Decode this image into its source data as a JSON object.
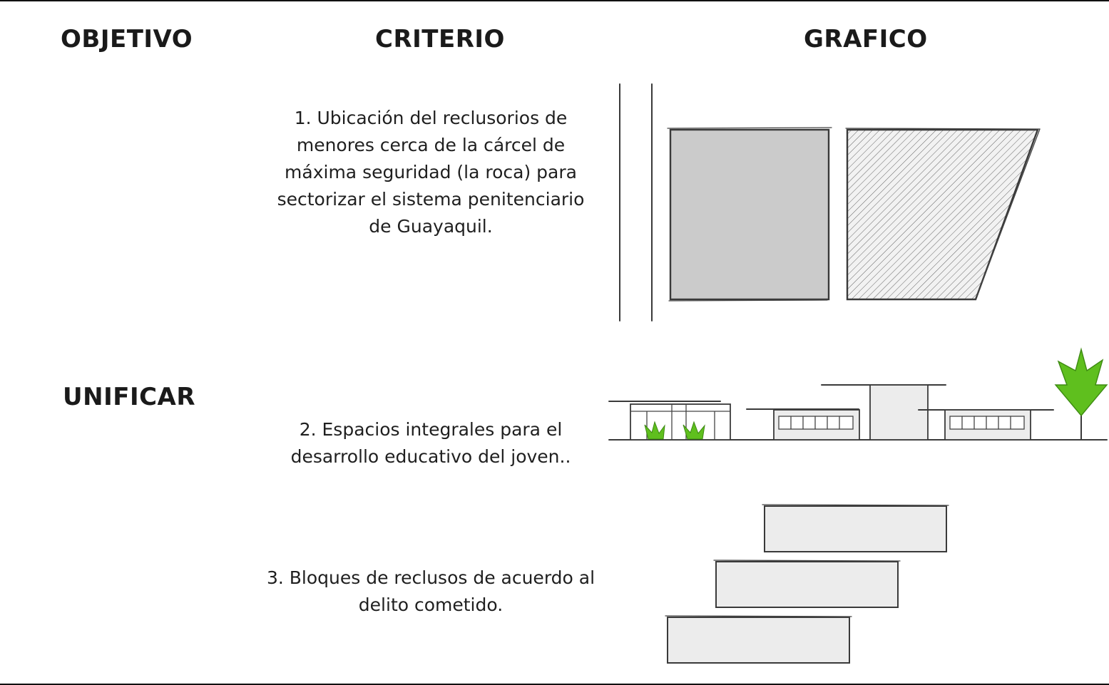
{
  "headers": {
    "objetivo": "OBJETIVO",
    "criterio": "CRITERIO",
    "grafico": "GRAFICO"
  },
  "objective": "UNIFICAR",
  "criteria": [
    "1. Ubicación del reclusorios de\nmenores cerca de la cárcel de\nmáxima seguridad (la roca) para\nsectorizar el sistema penitenciario\nde Guayaquil.",
    "2. Espacios integrales para el\ndesarrollo educativo del joven..",
    "3. Bloques de reclusos de acuerdo al\ndelito cometido."
  ],
  "colors": {
    "block_fill": "#cbcbcb",
    "light_fill": "#ececec",
    "vegetation": "#5fbf1e",
    "line": "#3a3a3a"
  }
}
